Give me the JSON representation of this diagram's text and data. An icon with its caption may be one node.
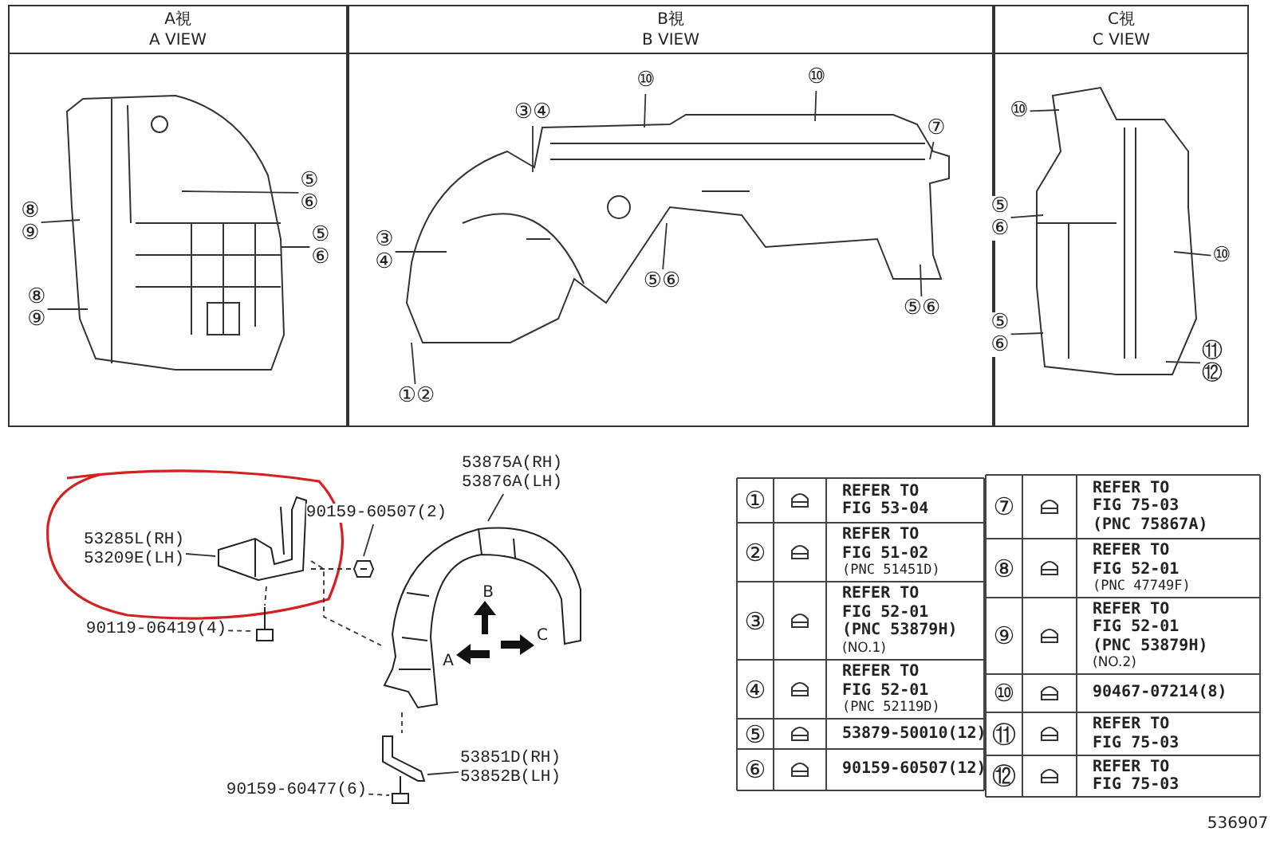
{
  "diagram": {
    "nodes": [
      {
        "text": [
          "A視",
          "A VIEW"
        ]
      },
      {
        "text": [
          "⑤ ⑥"
        ],
        "in": 0
      },
      {
        "text": [
          "⑧ ⑨"
        ],
        "in": 0
      },
      {
        "text": [
          "⑤ ⑥"
        ],
        "in": 0
      },
      {
        "text": [
          "⑧ ⑨"
        ],
        "in": 0
      },
      {
        "text": [
          "B視",
          "B VIEW"
        ]
      },
      {
        "text": [
          "⑩"
        ],
        "in": 5
      },
      {
        "text": [
          "⑩"
        ],
        "in": 5
      },
      {
        "text": [
          "③④"
        ],
        "in": 5
      },
      {
        "text": [
          "⑦"
        ],
        "in": 5
      },
      {
        "text": [
          "③ ④"
        ],
        "in": 5
      },
      {
        "text": [
          "⑤⑥"
        ],
        "in": 5
      },
      {
        "text": [
          "⑤⑥"
        ],
        "in": 5
      },
      {
        "text": [
          "①②"
        ],
        "in": 5
      },
      {
        "text": [
          "C視",
          "C VIEW"
        ]
      },
      {
        "text": [
          "⑩"
        ],
        "in": 14
      },
      {
        "text": [
          "⑤ ⑥"
        ],
        "in": 14
      },
      {
        "text": [
          "⑩"
        ],
        "in": 14
      },
      {
        "text": [
          "⑤ ⑥"
        ],
        "in": 14
      },
      {
        "text": [
          "⑪ ⑫"
        ],
        "in": 14
      },
      {
        "text": [
          "53875A(RH) 53876A(LH)"
        ]
      },
      {
        "text": [
          "53285L(RH) 53209E(LH)"
        ]
      },
      {
        "text": [
          "90159-60507(2)"
        ]
      },
      {
        "text": [],
        "shape": "picture"
      },
      {
        "text": [],
        "shape": "picture"
      },
      {
        "text": [],
        "shape": "picture"
      },
      {
        "text": [
          "90119-06419(4)"
        ]
      },
      {
        "text": [],
        "shape": "picture"
      },
      {
        "text": [],
        "shape": "picture"
      },
      {
        "text": [
          "53851D(RH) 53852B(LH)"
        ]
      },
      {
        "text": [
          "90159-60477(6)"
        ]
      },
      {
        "text": [],
        "shape": "picture"
      }
    ],
    "edges": [
      {
        "from": 1,
        "to": null,
        "arrow": "none"
      },
      {
        "from": 2,
        "to": null,
        "arrow": "none"
      },
      {
        "from": 3,
        "to": null,
        "arrow": "none"
      },
      {
        "from": 4,
        "to": null,
        "arrow": "none"
      },
      {
        "from": 6,
        "to": null,
        "arrow": "none"
      },
      {
        "from": 7,
        "to": null,
        "arrow": "none"
      },
      {
        "from": 8,
        "to": null,
        "arrow": "none"
      },
      {
        "from": 9,
        "to": null,
        "arrow": "none"
      },
      {
        "from": 10,
        "to": null,
        "arrow": "none"
      },
      {
        "from": 11,
        "to": null,
        "arrow": "none"
      },
      {
        "from": 12,
        "to": null,
        "arrow": "none"
      },
      {
        "from": 13,
        "to": null,
        "arrow": "none"
      },
      {
        "from": 15,
        "to": null,
        "arrow": "none"
      },
      {
        "from": 16,
        "to": null,
        "arrow": "none"
      },
      {
        "from": 17,
        "to": null,
        "arrow": "none"
      },
      {
        "from": 18,
        "to": null,
        "arrow": "none"
      },
      {
        "from": 19,
        "to": null,
        "arrow": "none"
      },
      {
        "from": 20,
        "to": 25,
        "arrow": "none"
      },
      {
        "from": 21,
        "to": 23,
        "arrow": "none"
      },
      {
        "from": 22,
        "to": 24,
        "arrow": "none"
      },
      {
        "from": 23,
        "to": 24,
        "arrow": "none",
        "style": "dashed"
      },
      {
        "from": 23,
        "to": 27,
        "arrow": "none",
        "style": "dashed"
      },
      {
        "from": 23,
        "to": 25,
        "arrow": "none",
        "style": "dashed"
      },
      {
        "from": 26,
        "to": 27,
        "arrow": "none",
        "style": "dashed"
      },
      {
        "from": 25,
        "to": 28,
        "arrow": "none",
        "style": "dashed"
      },
      {
        "from": 29,
        "to": 28,
        "arrow": "none"
      },
      {
        "from": 30,
        "to": 31,
        "arrow": "none",
        "style": "dashed"
      }
    ],
    "labels": [
      "A",
      "B",
      "C",
      "①",
      "REFER TO FIG 53-04",
      "②",
      "REFER TO FIG 51-02",
      "(PNC 51451D)",
      "③",
      "REFER TO FIG 52-01",
      "(PNC 53879H)",
      "(NO.1)",
      "④",
      "REFER TO FIG 52-01",
      "(PNC 52119D)",
      "⑤",
      "53879-50010(12)",
      "⑥",
      "90159-60507(12)",
      "⑦",
      "REFER TO FIG 75-03",
      "(PNC 75867A)",
      "⑧",
      "REFER TO FIG 52-01",
      "(PNC 47749F)",
      "⑨",
      "REFER TO FIG 52-01",
      "(PNC 53879H)",
      "(NO.2)",
      "⑩",
      "90467-07214(8)",
      "⑪",
      "REFER TO FIG 75-03",
      "⑫",
      "REFER TO FIG 75-03",
      "536907"
    ]
  }
}
